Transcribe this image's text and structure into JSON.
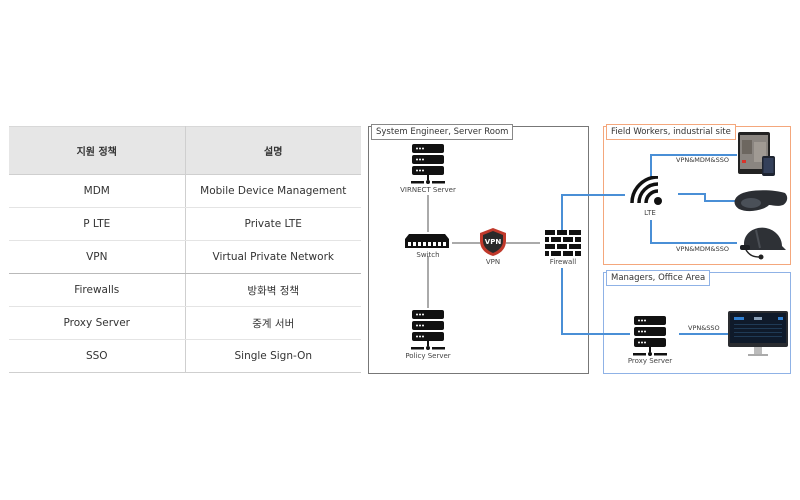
{
  "table": {
    "headers": [
      "지원 정책",
      "설명"
    ],
    "rows": [
      [
        "MDM",
        "Mobile Device Management"
      ],
      [
        "P LTE",
        "Private LTE"
      ],
      [
        "VPN",
        "Virtual Private Network"
      ],
      [
        "Firewalls",
        "방화벽 정책"
      ],
      [
        "Proxy Server",
        "중계 서버"
      ],
      [
        "SSO",
        "Single Sign-On"
      ]
    ]
  },
  "diagram": {
    "areas": {
      "server_room": "System Engineer, Server Room",
      "field": "Field Workers, industrial site",
      "office": "Managers, Office Area"
    },
    "nodes": {
      "virnect_server": "VIRNECT Server",
      "switch": "Switch",
      "vpn": "VPN",
      "vpn_badge": "VPN",
      "firewall": "Firewall",
      "policy_server": "Policy Server",
      "lte": "LTE",
      "proxy_server": "Proxy Server"
    },
    "edges": {
      "tablet": "VPN&MDM&SSO",
      "helmet": "VPN&MDM&SSO",
      "monitor": "VPN&SSO"
    },
    "devices": [
      "tablet-phone",
      "smart-glasses",
      "smart-helmet",
      "monitor"
    ],
    "colors": {
      "link_blue": "#4a8fd6",
      "field_border": "#f4a77c",
      "office_border": "#8fb2e6",
      "vpn_shield": "#c0392b"
    }
  }
}
